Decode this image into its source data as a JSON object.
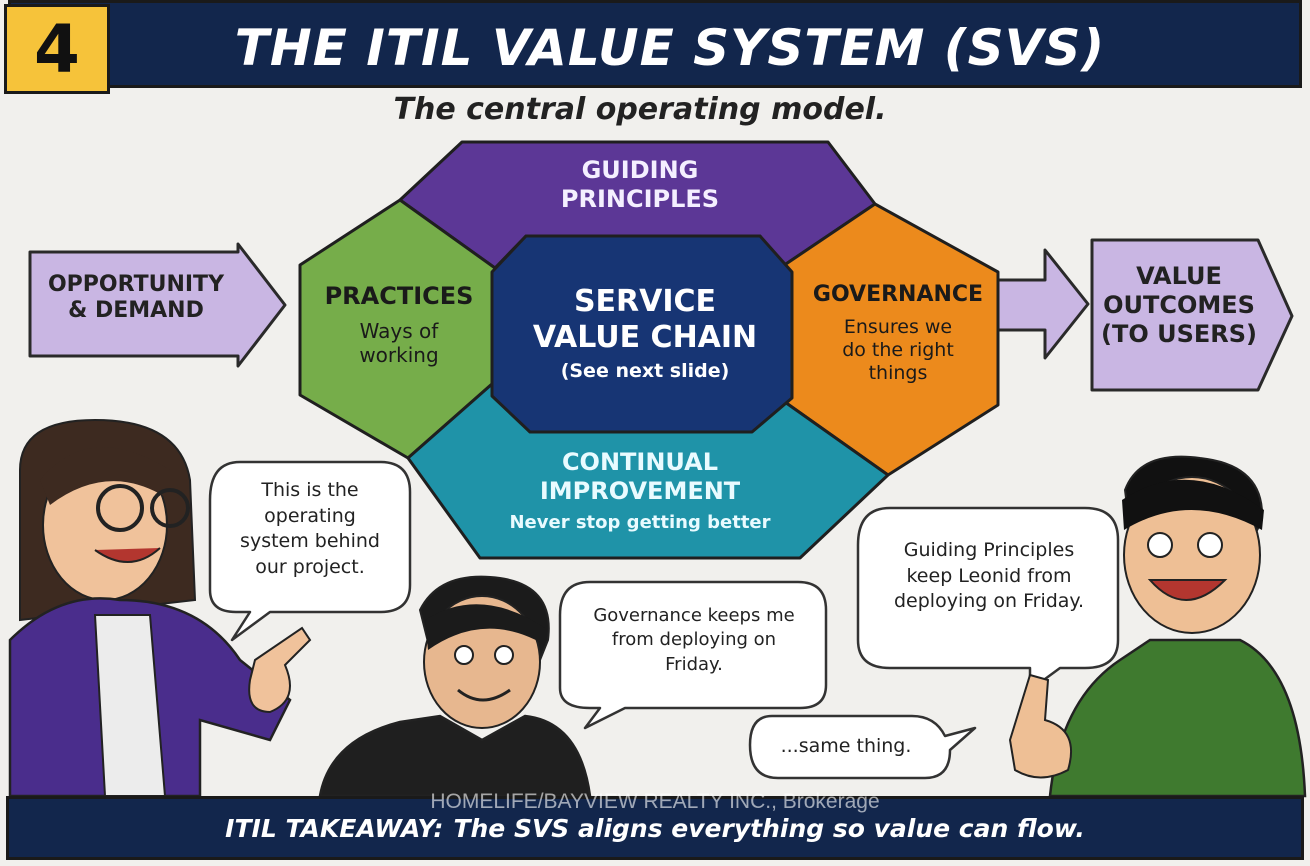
{
  "slide": {
    "number": "4",
    "title": "THE ITIL VALUE SYSTEM (SVS)",
    "subtitle": "The central operating model."
  },
  "diagram": {
    "input": {
      "line1": "OPPORTUNITY",
      "line2": "& DEMAND"
    },
    "output": {
      "line1": "VALUE",
      "line2": "OUTCOMES",
      "line3": "(TO USERS)"
    },
    "guiding_principles": {
      "line1": "GUIDING",
      "line2": "PRINCIPLES"
    },
    "practices": {
      "title": "PRACTICES",
      "desc1": "Ways of",
      "desc2": "working"
    },
    "governance": {
      "title": "GOVERNANCE",
      "desc1": "Ensures we",
      "desc2": "do the right",
      "desc3": "things"
    },
    "service_value_chain": {
      "line1": "SERVICE",
      "line2": "VALUE CHAIN",
      "note": "(See next slide)"
    },
    "continual_improvement": {
      "line1": "CONTINUAL",
      "line2": "IMPROVEMENT",
      "desc": "Never stop getting better"
    },
    "colors": {
      "purple": "#5c3796",
      "green": "#76ad4a",
      "orange": "#ec8a1c",
      "teal": "#1f93a8",
      "navy": "#173574",
      "lavender": "#c9b6e3"
    }
  },
  "speech": {
    "left": {
      "line1": "This is the",
      "line2": "operating",
      "line3": "system behind",
      "line4": "our project."
    },
    "middle": {
      "line1": "Governance keeps me",
      "line2": "from deploying on",
      "line3": "Friday."
    },
    "right": {
      "line1": "Guiding Principles",
      "line2": "keep Leonid from",
      "line3": "deploying on Friday."
    },
    "bottom": {
      "line1": "...same thing."
    }
  },
  "footer": {
    "lead": "ITIL TAKEAWAY:",
    "text": "The SVS aligns everything so value can flow."
  },
  "watermark": "HOMELIFE/BAYVIEW REALTY INC., Brokerage"
}
